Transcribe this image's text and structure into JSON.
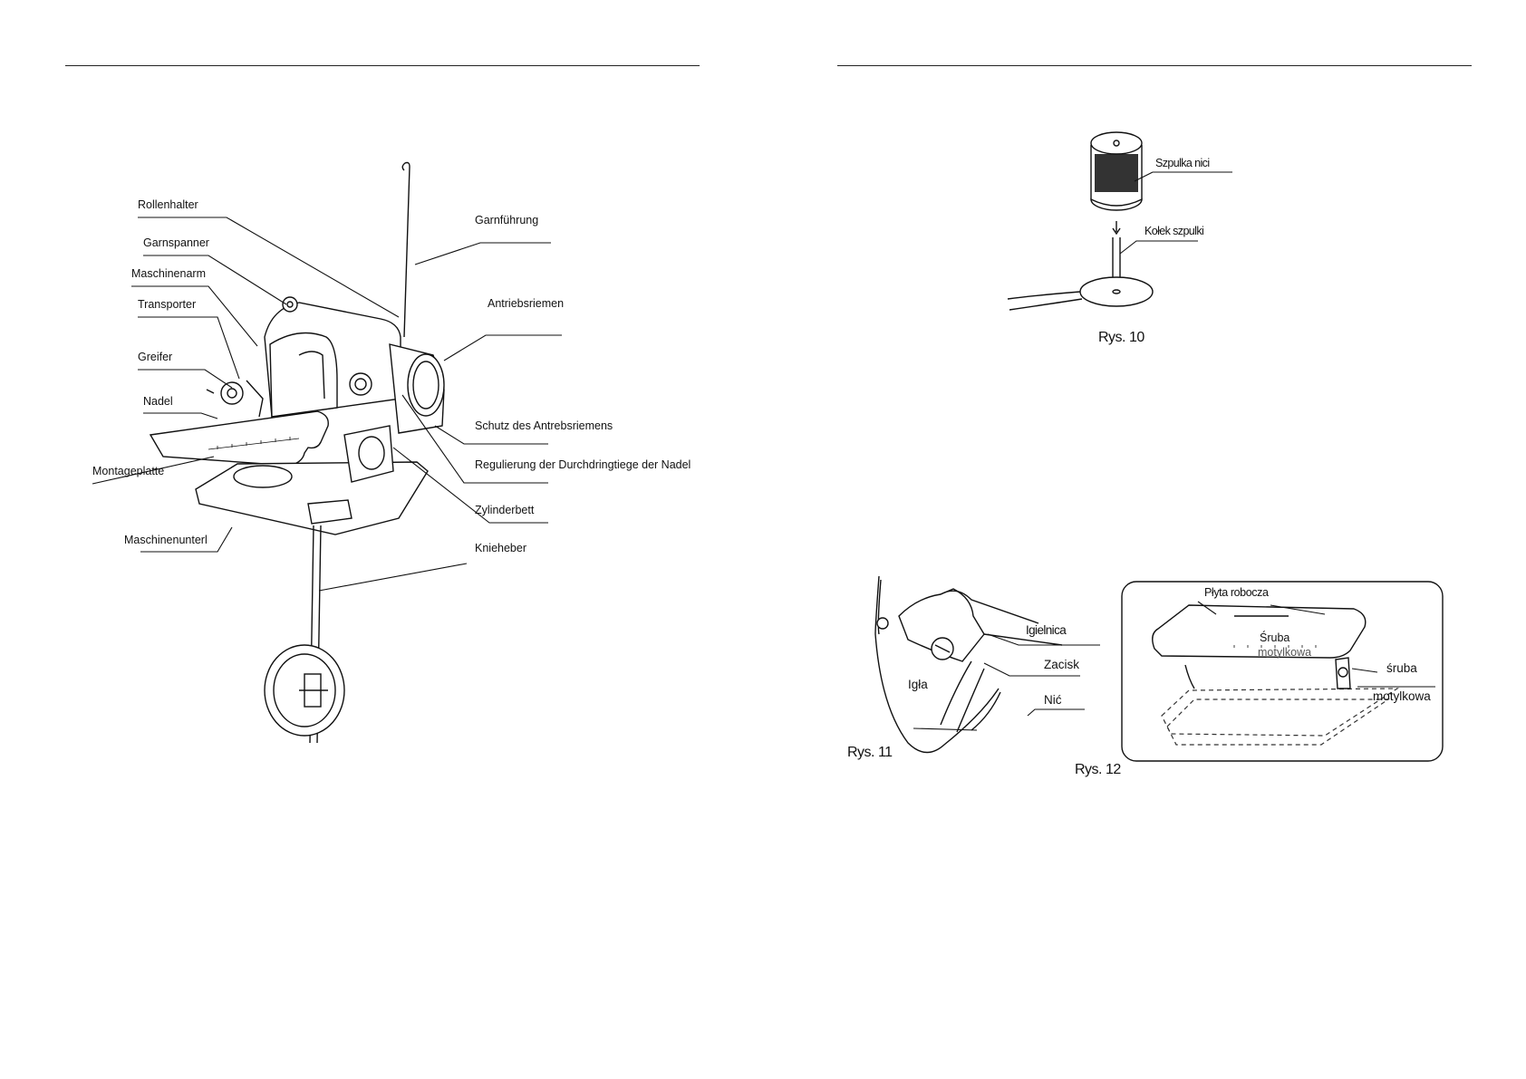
{
  "left_page": {
    "labels": {
      "rollenhalter": "Rollenhalter",
      "garnspanner": "Garnspanner",
      "maschinenarm": "Maschinenarm",
      "transporter": "Transporter",
      "greifer": "Greifer",
      "nadel": "Nadel",
      "montageplatte": "Montageplatte",
      "maschinenunterl": "Maschinenunterl",
      "garnfuehrung": "Garnführung",
      "antriebsriemen": "Antriebsriemen",
      "schutz": "Schutz des Antrebsriemens",
      "regulierung": "Regulierung der Durchdringtiege der Nadel",
      "zylinderbett": "Zylinderbett",
      "knieheber": "Knieheber"
    }
  },
  "right_page": {
    "fig10": {
      "caption": "Rys. 10",
      "szpulka": "Szpulka nici",
      "kolek": "Kołek szpulki"
    },
    "fig11": {
      "caption": "Rys. 11",
      "igielnica": "Igielnica",
      "zacisk": "Zacisk",
      "igla": "Igła",
      "nic": "Nić"
    },
    "fig12": {
      "caption": "Rys. 12",
      "plyta": "Płyta robocza",
      "sruba_inner_1": "Śruba",
      "sruba_inner_2": "motylkowa",
      "sruba_1": "śruba",
      "sruba_2": "motylkowa"
    }
  }
}
